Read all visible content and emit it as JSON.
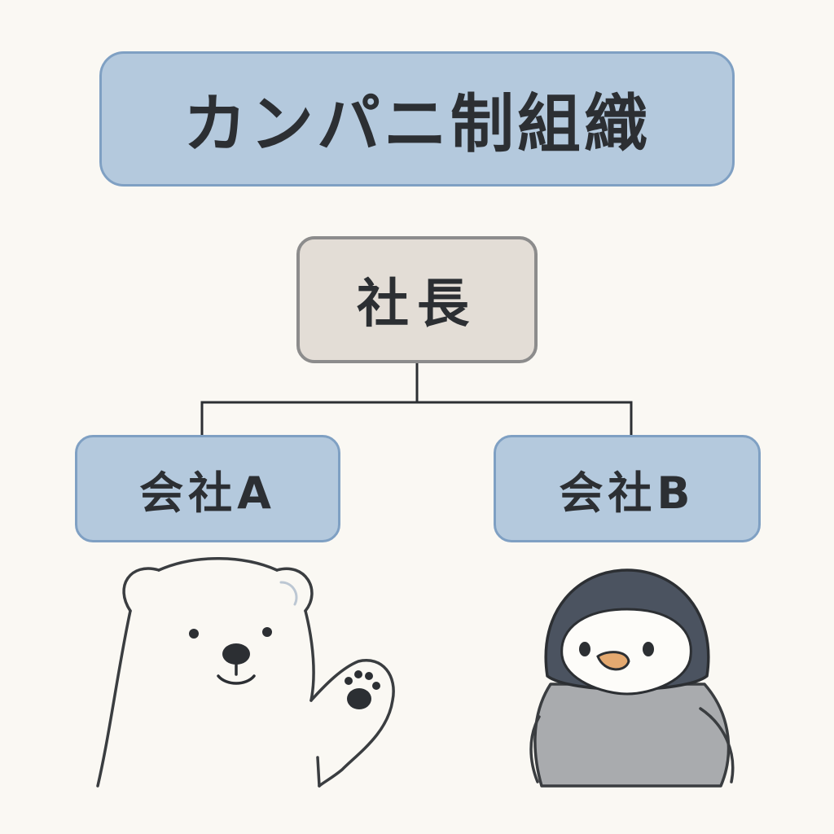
{
  "diagram": {
    "title": "カンパニ制組織",
    "root": {
      "label": "社長"
    },
    "children": [
      {
        "label": "会社A"
      },
      {
        "label": "会社B"
      }
    ]
  },
  "illustrations": [
    {
      "icon": "polar-bear-icon"
    },
    {
      "icon": "penguin-icon"
    }
  ],
  "colors": {
    "background": "#faf8f3",
    "box_fill_blue": "#b4c9dd",
    "box_border_blue": "#7fa0c3",
    "root_fill": "#e3ddd6",
    "root_border": "#8c8c8c",
    "text": "#2c2f33"
  }
}
